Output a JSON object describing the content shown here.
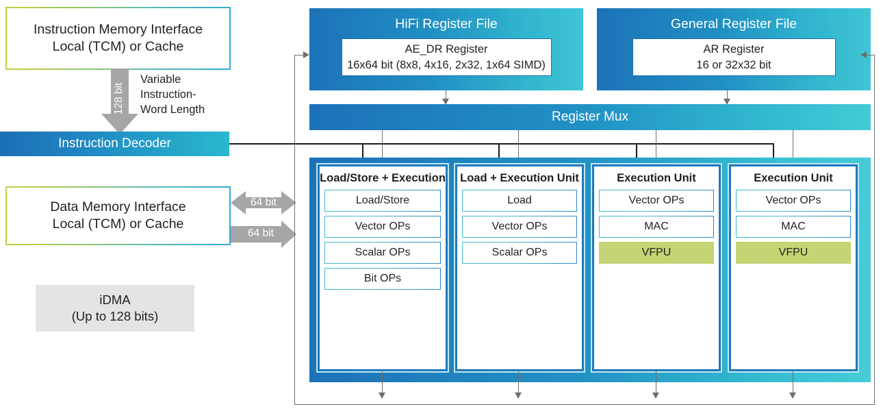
{
  "diagram": {
    "title": "HiFi DSP Core Block Diagram",
    "colors": {
      "accent_blue": "#1d72b8",
      "accent_cyan": "#3fc6d4",
      "accent_green": "#c3d13f",
      "vfpu_fill": "#c5d474",
      "idma_fill": "#e4e4e4",
      "line_gray": "#6e6e6e",
      "arrow_block_gray": "#a6a6a6"
    }
  },
  "left_column": {
    "instruction_memory": {
      "line1": "Instruction Memory Interface",
      "line2": "Local (TCM) or Cache"
    },
    "instruction_bus": {
      "width_label": "128 bit",
      "note_line1": "Variable",
      "note_line2": "Instruction-",
      "note_line3": "Word Length"
    },
    "instruction_decoder": {
      "label": "Instruction Decoder"
    },
    "data_memory": {
      "line1": "Data Memory Interface",
      "line2": "Local (TCM) or Cache"
    },
    "data_bus": {
      "upper_label": "64 bit",
      "lower_label": "64 bit"
    },
    "idma": {
      "line1": "iDMA",
      "line2": "(Up to 128 bits)"
    }
  },
  "register_files": [
    {
      "title": "HiFi Register File",
      "inner_line1": "AE_DR Register",
      "inner_line2": "16x64 bit (8x8, 4x16, 2x32, 1x64 SIMD)"
    },
    {
      "title": "General Register File",
      "inner_line1": "AR Register",
      "inner_line2": "16 or 32x32 bit"
    }
  ],
  "register_mux": {
    "label": "Register Mux"
  },
  "execution_units": [
    {
      "title": "Load/Store + Execution",
      "ops": [
        "Load/Store",
        "Vector OPs",
        "Scalar OPs",
        "Bit OPs"
      ]
    },
    {
      "title": "Load + Execution Unit",
      "ops": [
        "Load",
        "Vector OPs",
        "Scalar OPs"
      ]
    },
    {
      "title": "Execution Unit",
      "ops": [
        "Vector OPs",
        "MAC",
        "VFPU"
      ]
    },
    {
      "title": "Execution Unit",
      "ops": [
        "Vector OPs",
        "MAC",
        "VFPU"
      ]
    }
  ],
  "highlighted_ops": [
    "VFPU"
  ]
}
